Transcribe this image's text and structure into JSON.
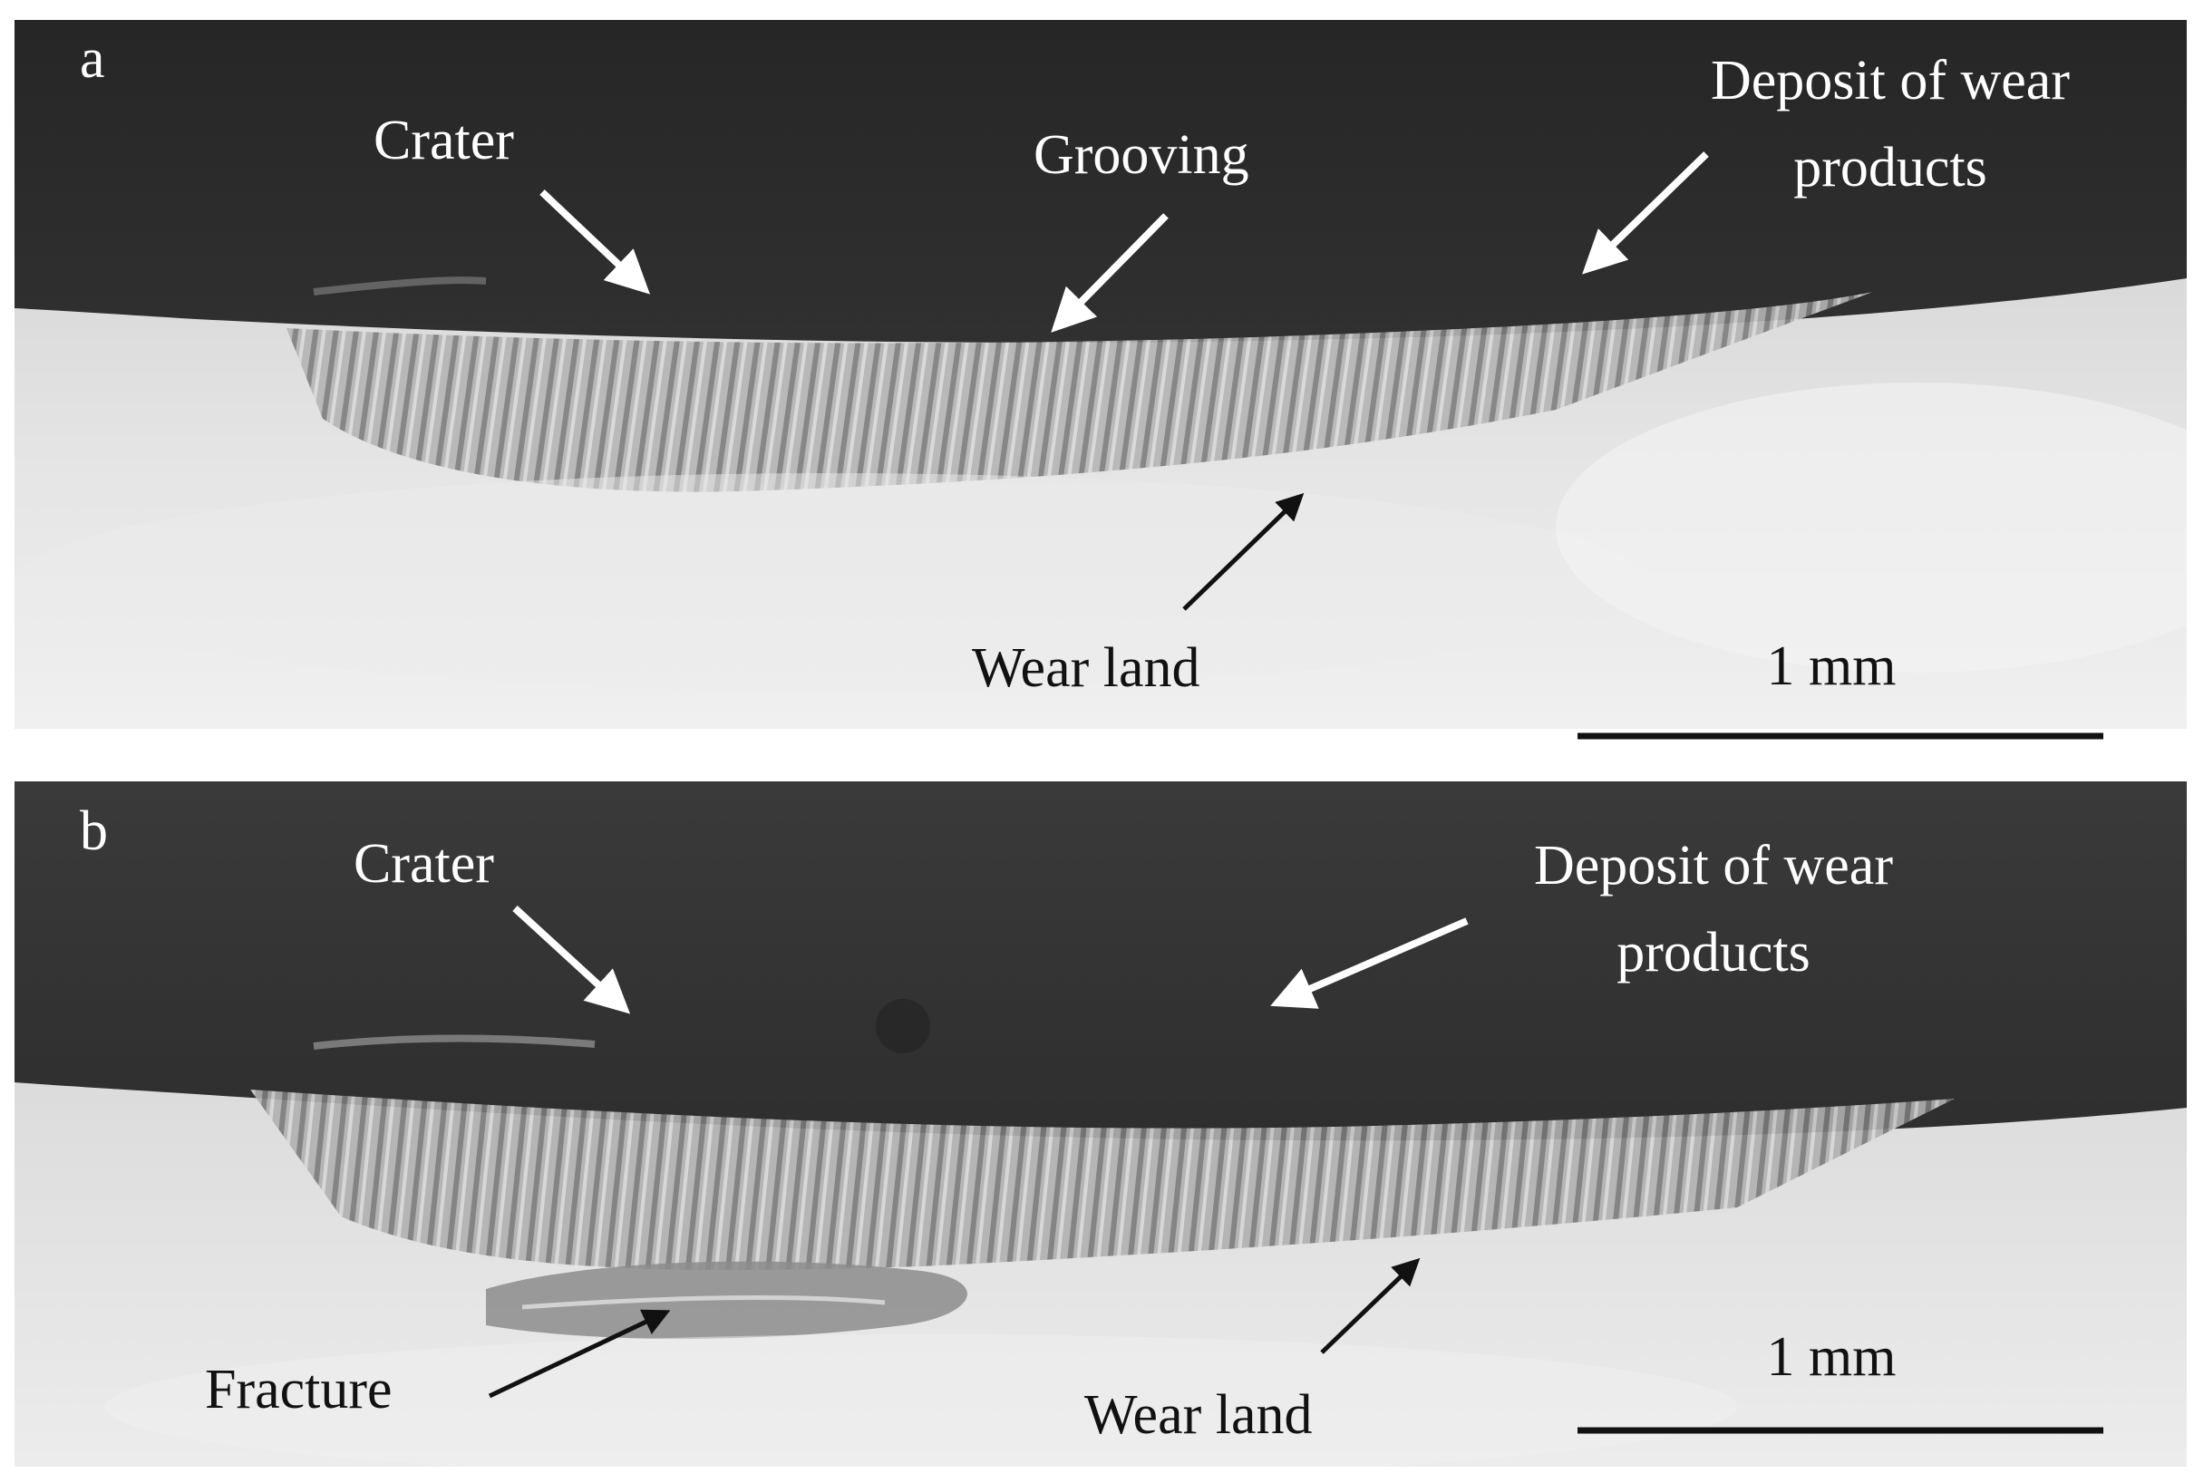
{
  "panel_a": {
    "letter": "a",
    "crater": "Crater",
    "grooving": "Grooving",
    "deposit_line1": "Deposit of wear",
    "deposit_line2": "products",
    "wear_land": "Wear land",
    "scale": "1 mm"
  },
  "panel_b": {
    "letter": "b",
    "crater": "Crater",
    "deposit_line1": "Deposit of wear",
    "deposit_line2": "products",
    "fracture": "Fracture",
    "wear_land": "Wear land",
    "scale": "1 mm"
  },
  "colors": {
    "dark_region": "#2b2b2b",
    "light_region": "#dcdcdc",
    "grooves": "#9a9a9a",
    "label_light": "#ffffff",
    "label_dark": "#111111"
  }
}
